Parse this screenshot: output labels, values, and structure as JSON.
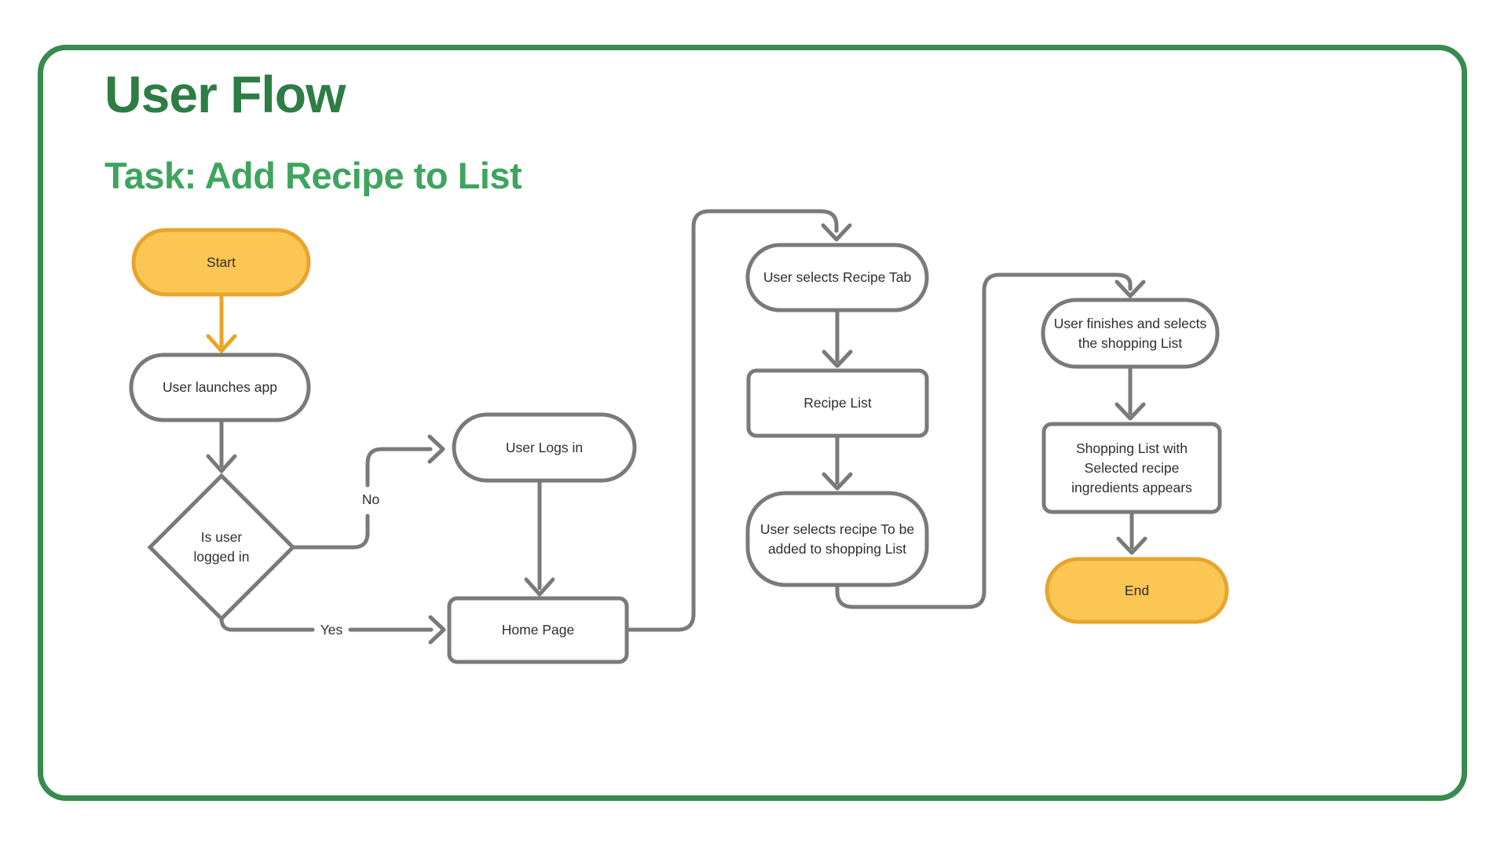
{
  "header": {
    "title": "User Flow",
    "subtitle": "Task: Add Recipe to List"
  },
  "colors": {
    "card_border": "#398a4e",
    "title": "#2d7d44",
    "subtitle": "#3ea45e",
    "node_stroke": "#7a7a7a",
    "node_fill": "#ffffff",
    "node_text": "#2e2e2e",
    "terminal_fill": "#fbc654",
    "terminal_stroke": "#e8a52e",
    "start_arrow": "#eba424",
    "background": "#ffffff"
  },
  "flow": {
    "nodes": [
      {
        "id": "start",
        "type": "terminal",
        "lines": [
          "Start"
        ]
      },
      {
        "id": "user-launches-app",
        "type": "process",
        "lines": [
          "User launches app"
        ]
      },
      {
        "id": "is-user-logged-in",
        "type": "decision",
        "lines": [
          "Is user",
          "logged in"
        ]
      },
      {
        "id": "user-logs-in",
        "type": "process",
        "lines": [
          "User Logs in"
        ]
      },
      {
        "id": "home-page",
        "type": "process",
        "lines": [
          "Home Page"
        ]
      },
      {
        "id": "user-selects-recipe-tab",
        "type": "process",
        "lines": [
          "User selects Recipe Tab"
        ]
      },
      {
        "id": "recipe-list",
        "type": "process",
        "lines": [
          "Recipe List"
        ]
      },
      {
        "id": "user-selects-recipe",
        "type": "process",
        "lines": [
          "User selects recipe To be",
          "added to shopping List"
        ]
      },
      {
        "id": "user-finishes-selects-list",
        "type": "process",
        "lines": [
          "User finishes and selects",
          "the shopping List"
        ]
      },
      {
        "id": "shopping-list-appears",
        "type": "process",
        "lines": [
          "Shopping List with",
          "Selected recipe",
          "ingredients appears"
        ]
      },
      {
        "id": "end",
        "type": "terminal",
        "lines": [
          "End"
        ]
      }
    ],
    "edge_labels": {
      "no": "No",
      "yes": "Yes"
    }
  }
}
